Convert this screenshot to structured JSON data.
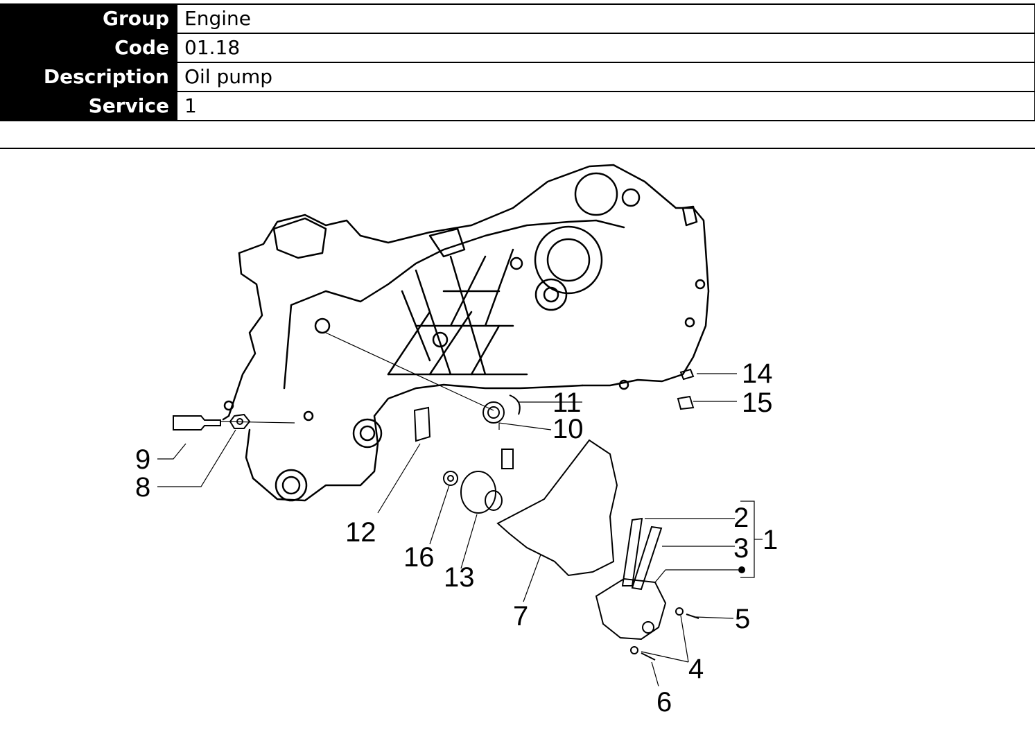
{
  "info": {
    "rows": [
      {
        "key": "Group",
        "value": "Engine"
      },
      {
        "key": "Code",
        "value": "01.18"
      },
      {
        "key": "Description",
        "value": "Oil pump"
      },
      {
        "key": "Service",
        "value": "1"
      }
    ]
  },
  "diagram": {
    "callouts": [
      "1",
      "2",
      "3",
      "4",
      "5",
      "6",
      "7",
      "8",
      "9",
      "10",
      "11",
      "12",
      "13",
      "14",
      "15",
      "16"
    ]
  }
}
